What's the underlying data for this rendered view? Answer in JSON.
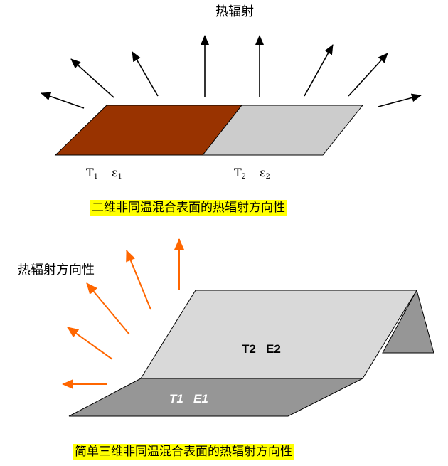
{
  "top": {
    "title": "热辐射",
    "surface1": {
      "T": "T",
      "T_sub": "1",
      "e": "ε",
      "e_sub": "1"
    },
    "surface2": {
      "T": "T",
      "T_sub": "2",
      "e": "ε",
      "e_sub": "2"
    },
    "caption": "二维非同温混合表面的热辐射方向性",
    "colors": {
      "surface1": "#993300",
      "surface2": "#cccccc",
      "arrows": "#000000"
    }
  },
  "bottom": {
    "label": "热辐射方向性",
    "upper_face_label": "T2   E2",
    "lower_face_label": "T1   E1",
    "caption": "简单三维非同温混合表面的热辐射方向性",
    "colors": {
      "upper_face": "#d9d9d9",
      "side_face": "#969696",
      "lower_face": "#969696",
      "arrows": "#ff6600"
    }
  }
}
